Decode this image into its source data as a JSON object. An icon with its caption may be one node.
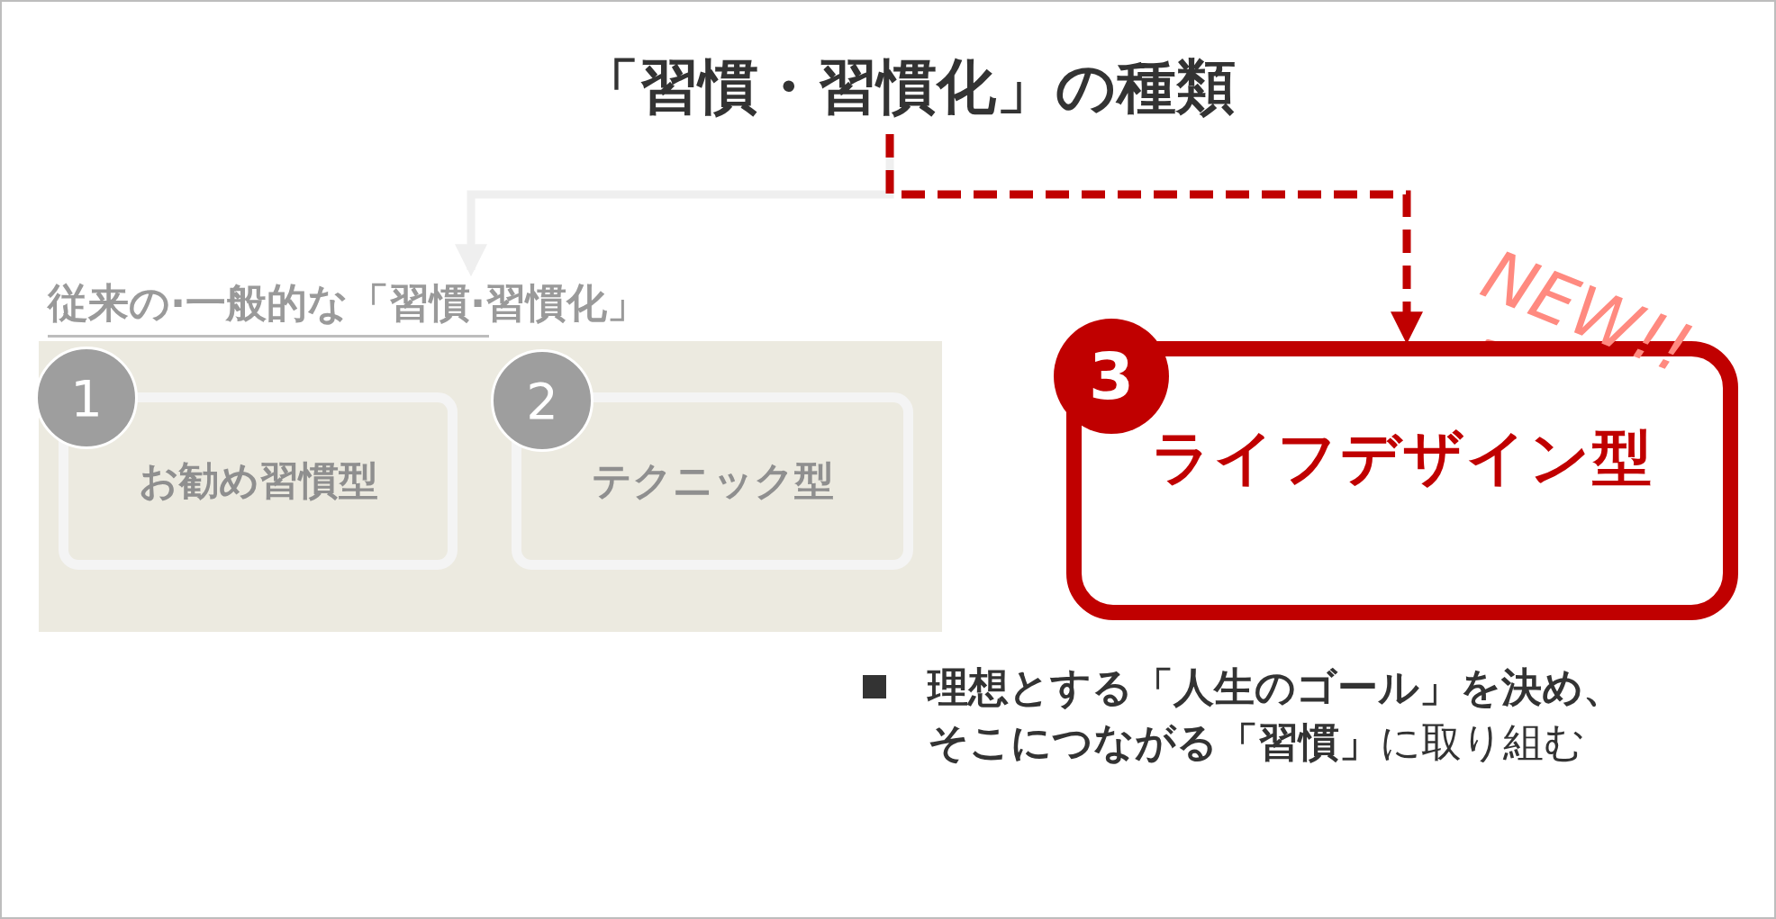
{
  "diagram": {
    "nodes": [
      {
        "text": [
          "「習慣・習慣化」の種類"
        ]
      },
      {
        "text": [
          "従来の·一般的な「習慣·習慣化」"
        ]
      },
      {
        "text": [
          "1"
        ],
        "in": 1
      },
      {
        "text": [
          "お勧め習慣型"
        ],
        "in": 1
      },
      {
        "text": [
          "2"
        ],
        "in": 1
      },
      {
        "text": [
          "テクニック型"
        ],
        "in": 1
      },
      {
        "text": [
          "3"
        ]
      },
      {
        "text": [
          "ライフデザイン型"
        ],
        "beside": [
          "**理想とする「人生のゴール」を決め、そこにつながる「習慣」**に取り組む"
        ]
      }
    ],
    "edges": [
      {
        "from": 0,
        "to": 1,
        "arrow": "to",
        "color": "#efefef"
      },
      {
        "from": 0,
        "to": 7,
        "arrow": "to",
        "style": "dashed",
        "color": "#c00000"
      }
    ],
    "labels": [
      "NEW!!"
    ]
  }
}
